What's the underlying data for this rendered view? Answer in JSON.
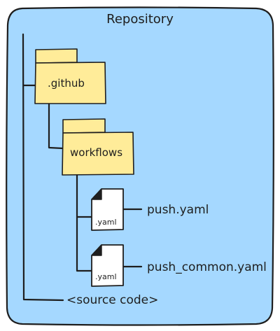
{
  "title": "Repository",
  "colors": {
    "panel_fill": "#a5d8ff",
    "panel_stroke": "#1e1e1e",
    "folder_fill": "#ffec99",
    "file_fill": "#ffffff",
    "ink": "#1e1e1e"
  },
  "folders": [
    {
      "name": ".github",
      "icon": "folder-icon"
    },
    {
      "name": "workflows",
      "icon": "folder-icon"
    }
  ],
  "files": [
    {
      "name": "push.yaml",
      "extension": ".yaml",
      "icon": "file-icon"
    },
    {
      "name": "push_common.yaml",
      "extension": ".yaml",
      "icon": "file-icon"
    }
  ],
  "source": {
    "label": "<source code>"
  }
}
